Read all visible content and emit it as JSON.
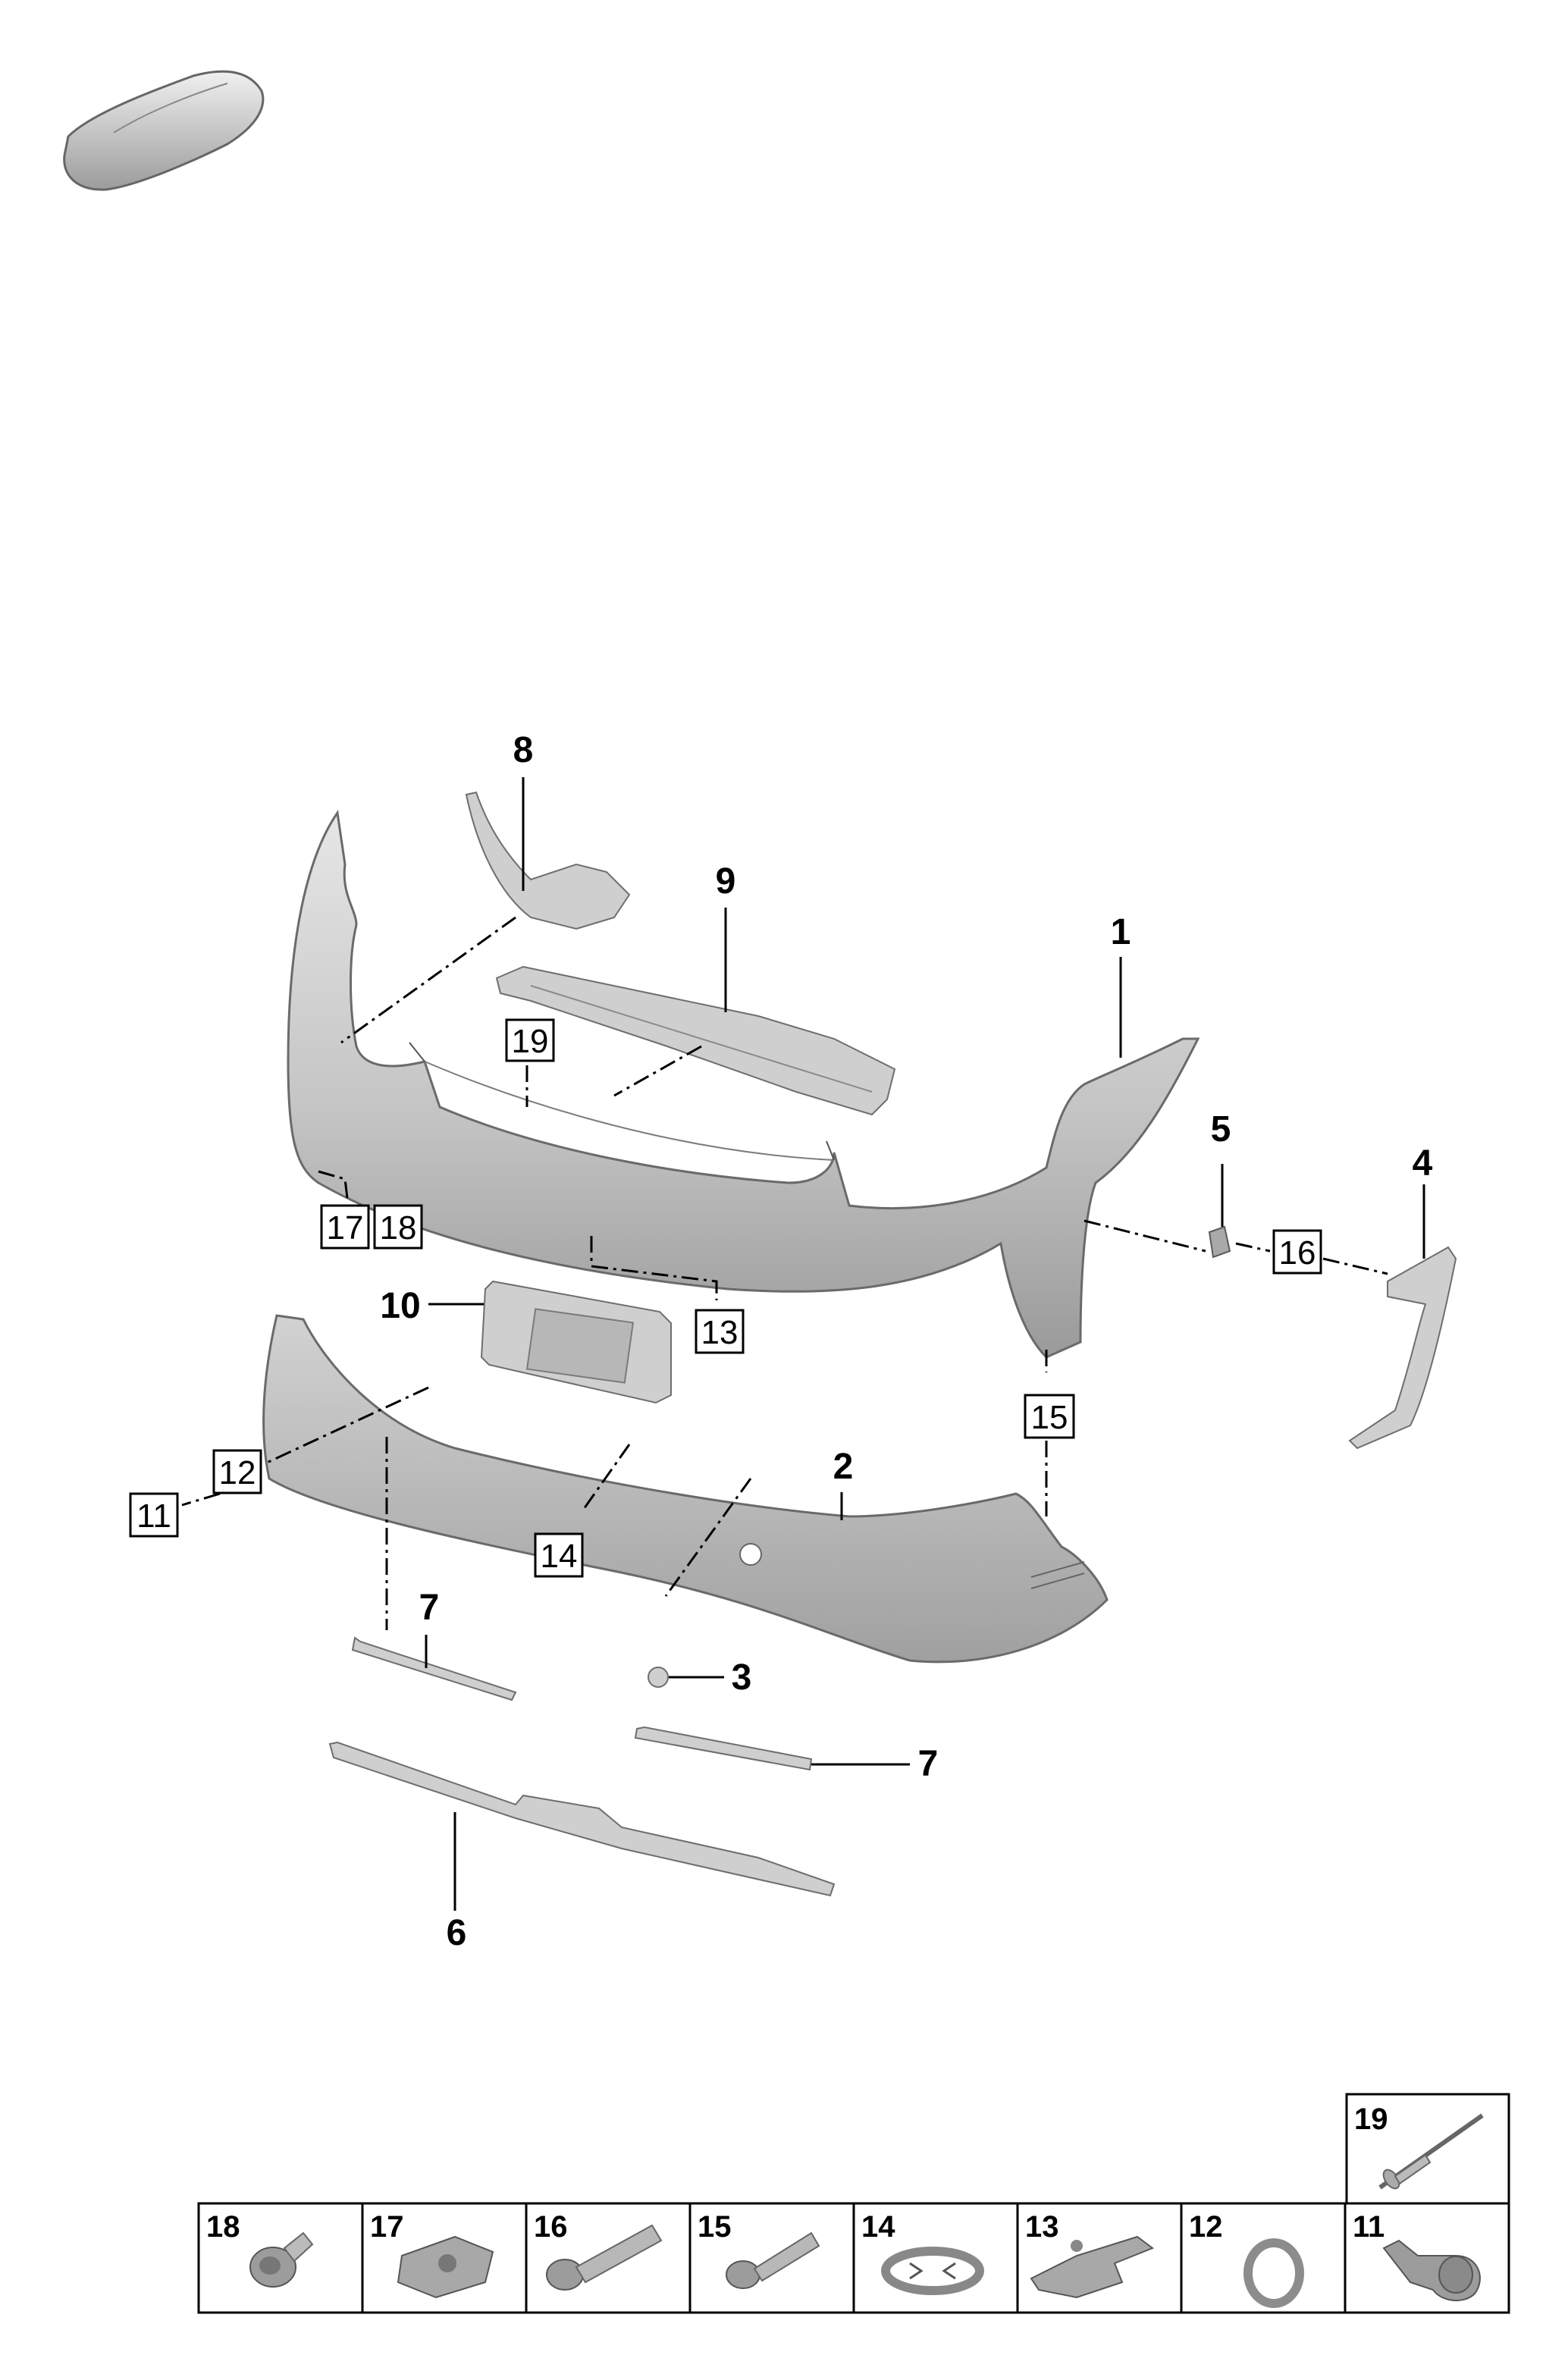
{
  "car_icon": "vehicle-silhouette-icon",
  "callouts": {
    "c1": "1",
    "c2": "2",
    "c3": "3",
    "c4": "4",
    "c5": "5",
    "c6": "6",
    "c7a": "7",
    "c7b": "7",
    "c8": "8",
    "c9": "9",
    "c10": "10"
  },
  "boxed_refs": {
    "b11": "11",
    "b12": "12",
    "b13": "13",
    "b14": "14",
    "b15": "15",
    "b16": "16",
    "b17": "17",
    "b18": "18",
    "b19": "19"
  },
  "fastener_table": {
    "top_cell": {
      "number": "19",
      "icon": "rivet-icon"
    },
    "cells": [
      {
        "number": "18",
        "icon": "collar-screw-icon"
      },
      {
        "number": "17",
        "icon": "clip-nut-icon"
      },
      {
        "number": "16",
        "icon": "long-screw-icon"
      },
      {
        "number": "15",
        "icon": "tapping-screw-icon"
      },
      {
        "number": "14",
        "icon": "retaining-ring-icon"
      },
      {
        "number": "13",
        "icon": "mounting-clip-icon"
      },
      {
        "number": "12",
        "icon": "grommet-icon"
      },
      {
        "number": "11",
        "icon": "sensor-holder-icon"
      }
    ]
  }
}
